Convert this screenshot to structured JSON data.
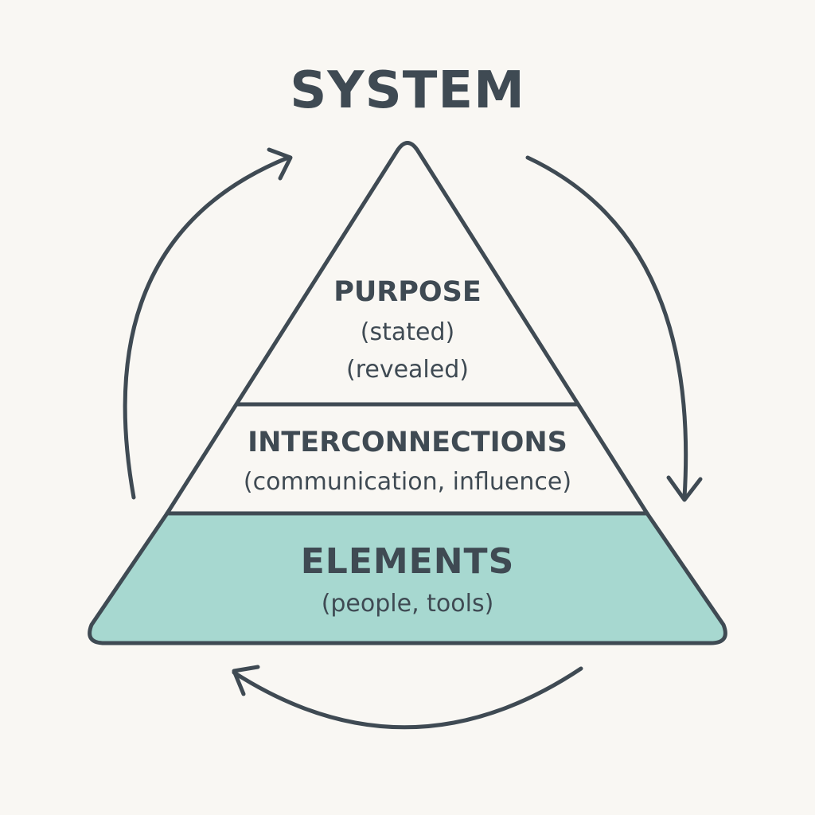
{
  "title": "SYSTEM",
  "levels": {
    "purpose": {
      "heading": "PURPOSE",
      "lines": [
        "(stated)",
        "(revealed)"
      ]
    },
    "interconnections": {
      "heading": "INTERCONNECTIONS",
      "lines": [
        "(communication, influence)"
      ]
    },
    "elements": {
      "heading": "ELEMENTS",
      "lines": [
        "(people, tools)"
      ]
    }
  },
  "colors": {
    "background": "#f9f7f3",
    "line": "#3f4a53",
    "elements_fill": "#a7d8d0"
  },
  "arrows": [
    "right-arc-arrow",
    "bottom-arc-arrow",
    "left-arc-arrow"
  ]
}
